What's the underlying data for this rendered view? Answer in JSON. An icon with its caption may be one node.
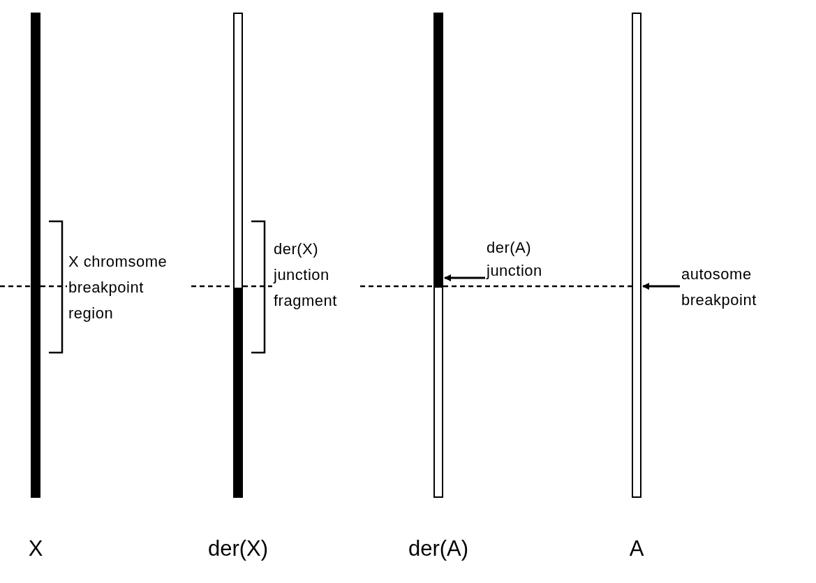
{
  "diagram": {
    "nodes": [
      {
        "text": [],
        "shape": "bar",
        "beside": [
          "X"
        ]
      },
      {
        "text": [],
        "shape": "bar",
        "beside": [
          "der(X)"
        ]
      },
      {
        "text": [],
        "shape": "bar",
        "beside": [
          "der(A)"
        ]
      },
      {
        "text": [],
        "shape": "bar",
        "beside": [
          "A"
        ]
      },
      {
        "text": [
          "der(A) junction"
        ]
      },
      {
        "text": [
          "autosome breakpoint"
        ]
      }
    ],
    "edges": [
      {
        "from": null,
        "to": 0,
        "arrow": "none",
        "style": "dashed"
      },
      {
        "from": 0,
        "to": 1,
        "arrow": "none",
        "style": "dashed"
      },
      {
        "from": 1,
        "to": 2,
        "arrow": "none",
        "style": "dashed"
      },
      {
        "from": 2,
        "to": 3,
        "arrow": "none",
        "style": "dashed"
      },
      {
        "from": 4,
        "to": 2,
        "arrow": "to"
      },
      {
        "from": 5,
        "to": 3,
        "arrow": "to"
      }
    ],
    "labels": [
      "X chromsome breakpoint region",
      "der(X) junction fragment"
    ]
  }
}
